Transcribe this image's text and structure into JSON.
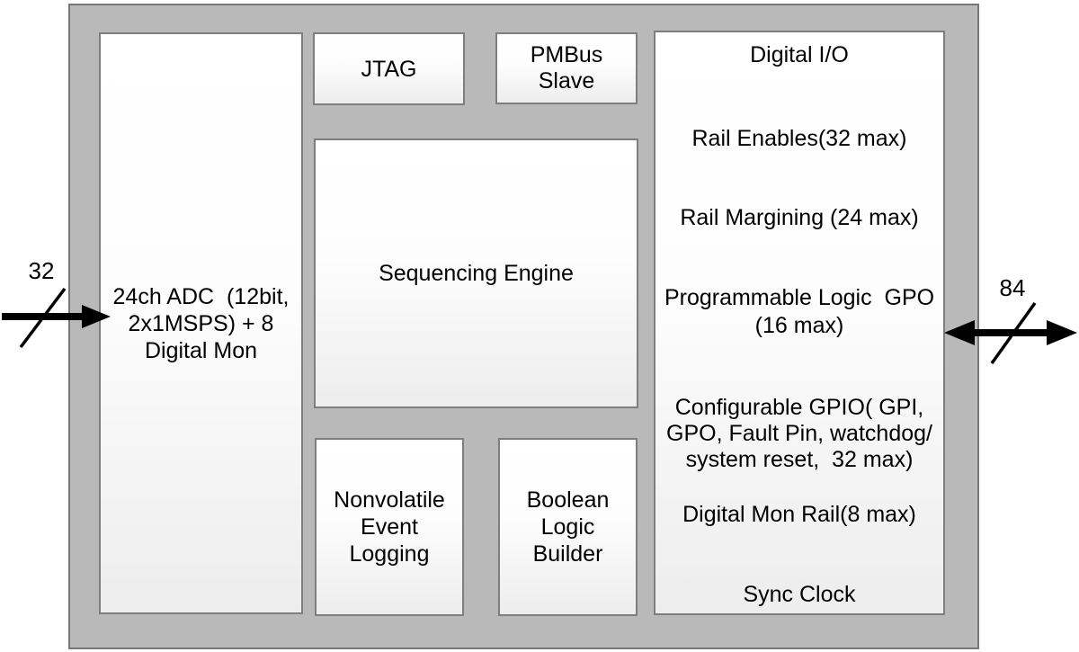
{
  "diagram": {
    "type": "chip-block-diagram",
    "colors": {
      "chip_fill": "#b9b9b9",
      "chip_border": "#777777",
      "block_fill_top": "#ffffff",
      "block_fill_bottom": "#ededed",
      "block_border": "#7e7e7e",
      "text": "#000000",
      "arrow": "#000000"
    }
  },
  "blocks": {
    "adc": {
      "label": "24ch ADC  (12bit,\n2x1MSPS) + 8\nDigital Mon"
    },
    "jtag": {
      "label": "JTAG"
    },
    "pmbus": {
      "label": "PMBus\nSlave"
    },
    "sequencing": {
      "label": "Sequencing Engine"
    },
    "nv_logging": {
      "label": "Nonvolatile\nEvent\nLogging"
    },
    "boolean": {
      "label": "Boolean\nLogic\nBuilder"
    },
    "digital_io": {
      "title": "Digital I/O",
      "items": [
        "Rail Enables(32 max)",
        "Rail Margining (24 max)",
        "Programmable Logic  GPO\n(16 max)",
        "Configurable GPIO( GPI,\nGPO, Fault Pin, watchdog/\nsystem reset,  32 max)",
        "Digital Mon Rail(8 max)",
        "Sync Clock"
      ]
    }
  },
  "buses": {
    "left_input": {
      "width_label": "32",
      "direction": "into-chip"
    },
    "right_io": {
      "width_label": "84",
      "direction": "bidirectional"
    }
  }
}
